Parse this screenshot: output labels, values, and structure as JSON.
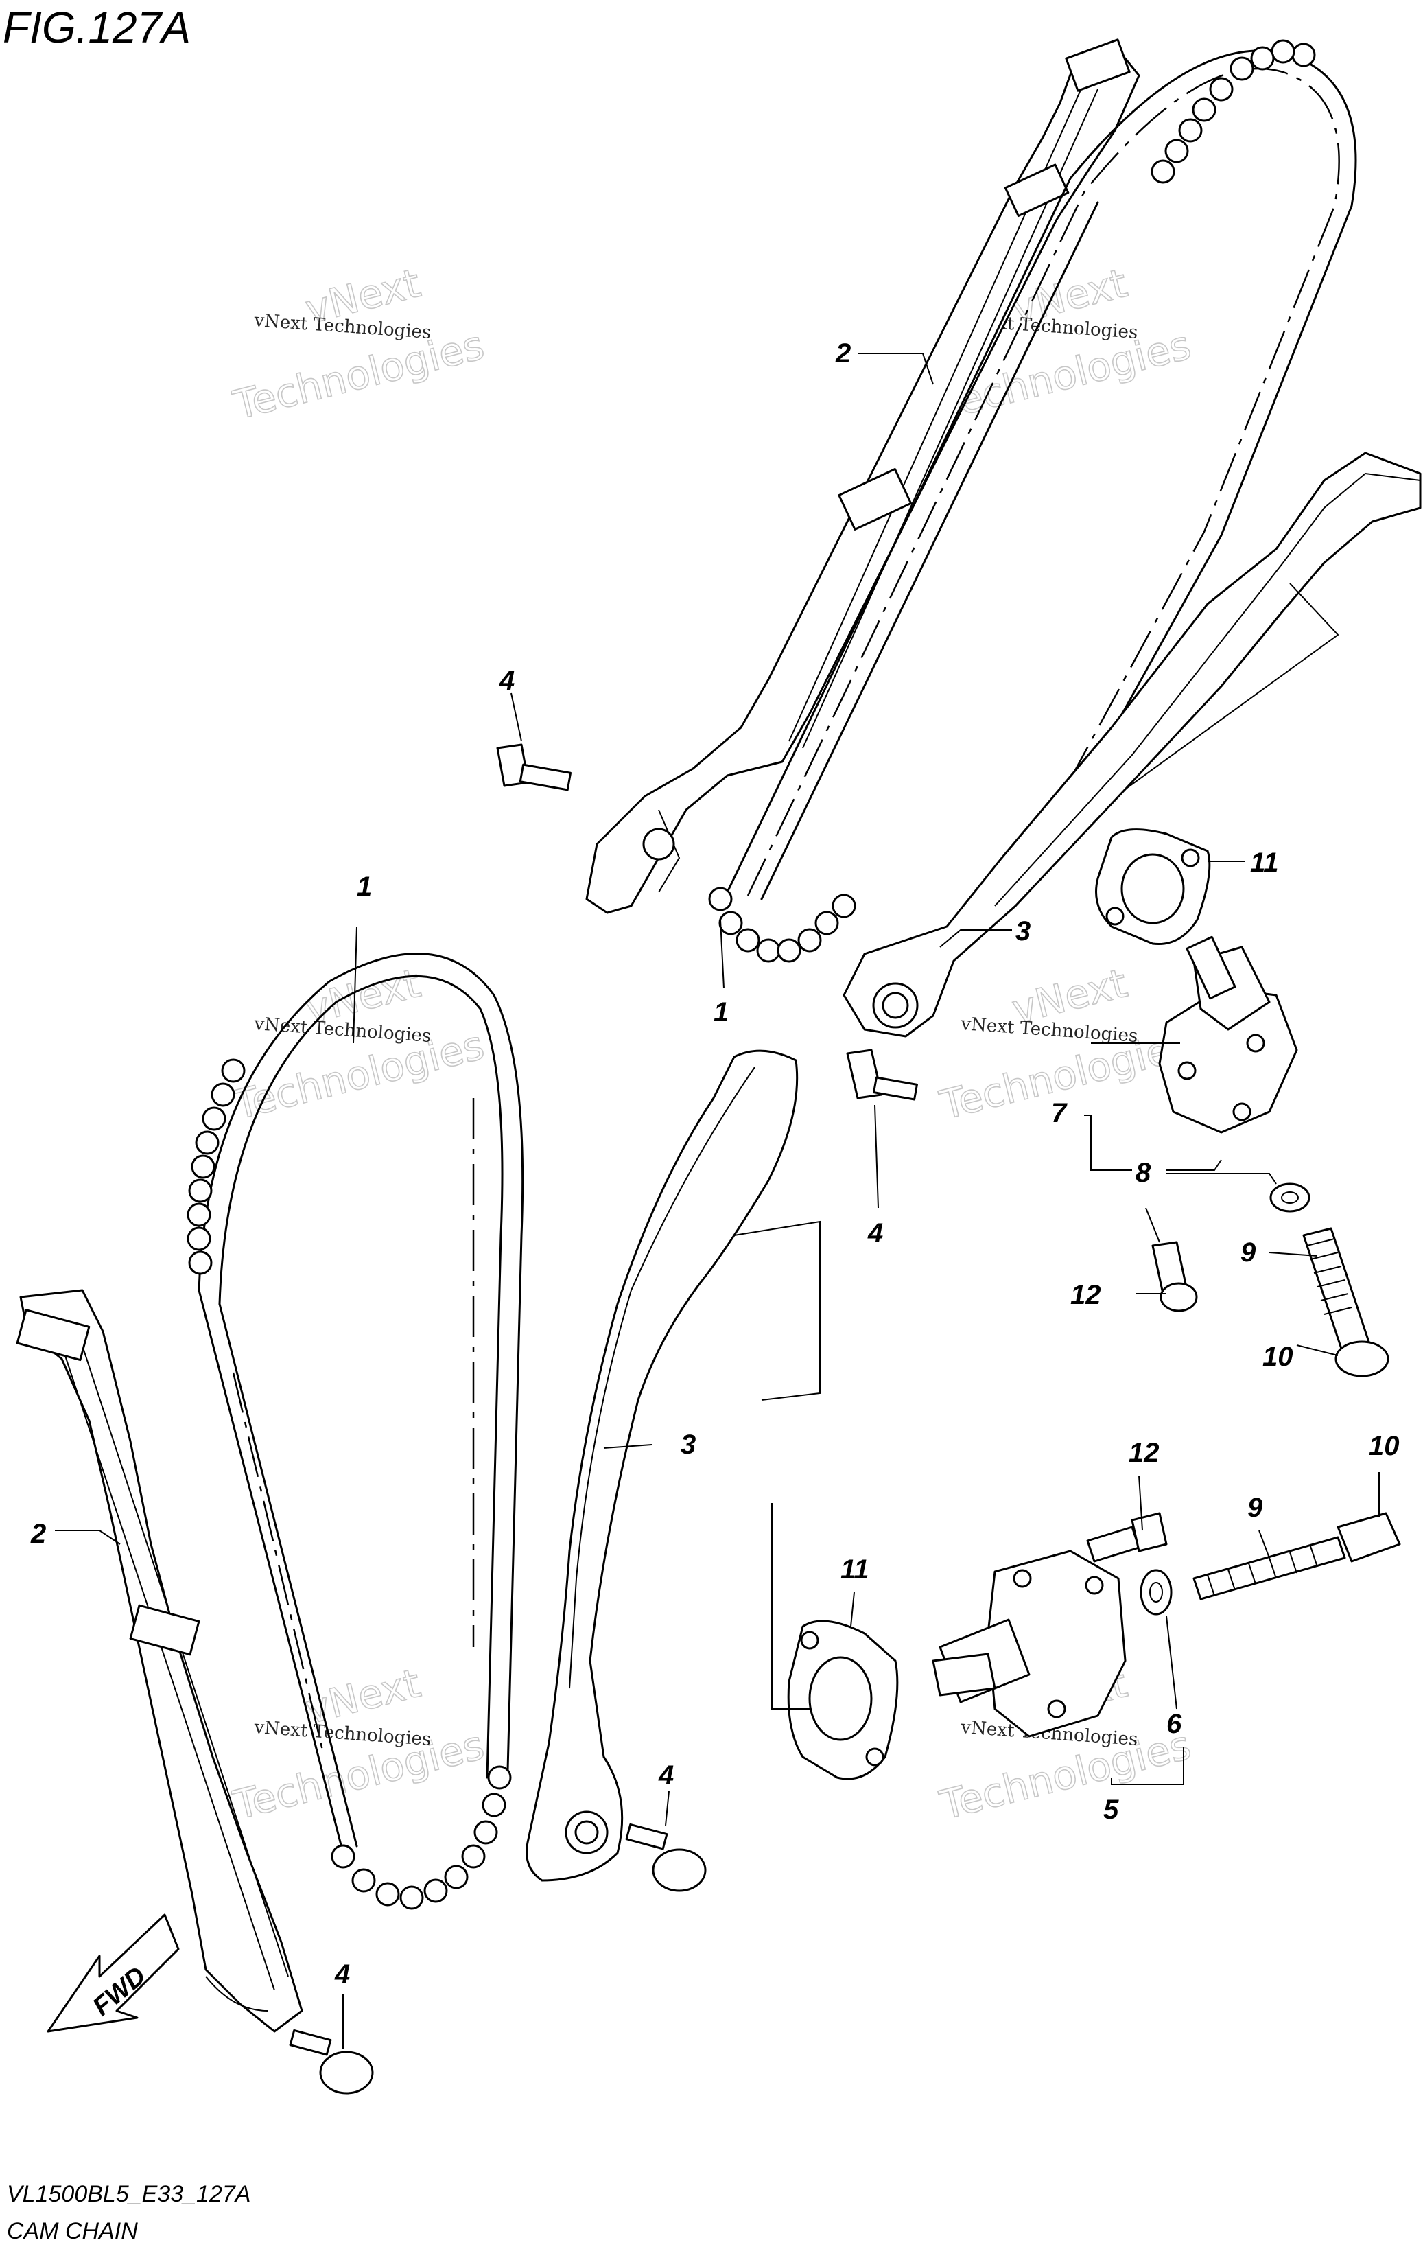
{
  "figure": {
    "title": "FIG.127A",
    "model_code": "VL1500BL5_E33_127A",
    "caption": "CAM CHAIN"
  },
  "direction_badge": "FWD",
  "watermark": {
    "line_small": "vNext Technologies",
    "line_big": "Technologies",
    "line_big_top": "vNext"
  },
  "callouts": [
    {
      "id": "c2-upper",
      "label": "2"
    },
    {
      "id": "c4-upper",
      "label": "4"
    },
    {
      "id": "c1-upper",
      "label": "1"
    },
    {
      "id": "c3-upper",
      "label": "3"
    },
    {
      "id": "c11-upper",
      "label": "11"
    },
    {
      "id": "c7",
      "label": "7"
    },
    {
      "id": "c8",
      "label": "8"
    },
    {
      "id": "c4-mid",
      "label": "4"
    },
    {
      "id": "c9-upper",
      "label": "9"
    },
    {
      "id": "c12-upper",
      "label": "12"
    },
    {
      "id": "c10-upper",
      "label": "10"
    },
    {
      "id": "c1-lower",
      "label": "1"
    },
    {
      "id": "c3-lower",
      "label": "3"
    },
    {
      "id": "c2-lower",
      "label": "2"
    },
    {
      "id": "c12-lower",
      "label": "12"
    },
    {
      "id": "c9-lower",
      "label": "9"
    },
    {
      "id": "c10-lower",
      "label": "10"
    },
    {
      "id": "c11-lower",
      "label": "11"
    },
    {
      "id": "c6",
      "label": "6"
    },
    {
      "id": "c5",
      "label": "5"
    },
    {
      "id": "c4-lower-mid",
      "label": "4"
    },
    {
      "id": "c4-lower",
      "label": "4"
    }
  ]
}
